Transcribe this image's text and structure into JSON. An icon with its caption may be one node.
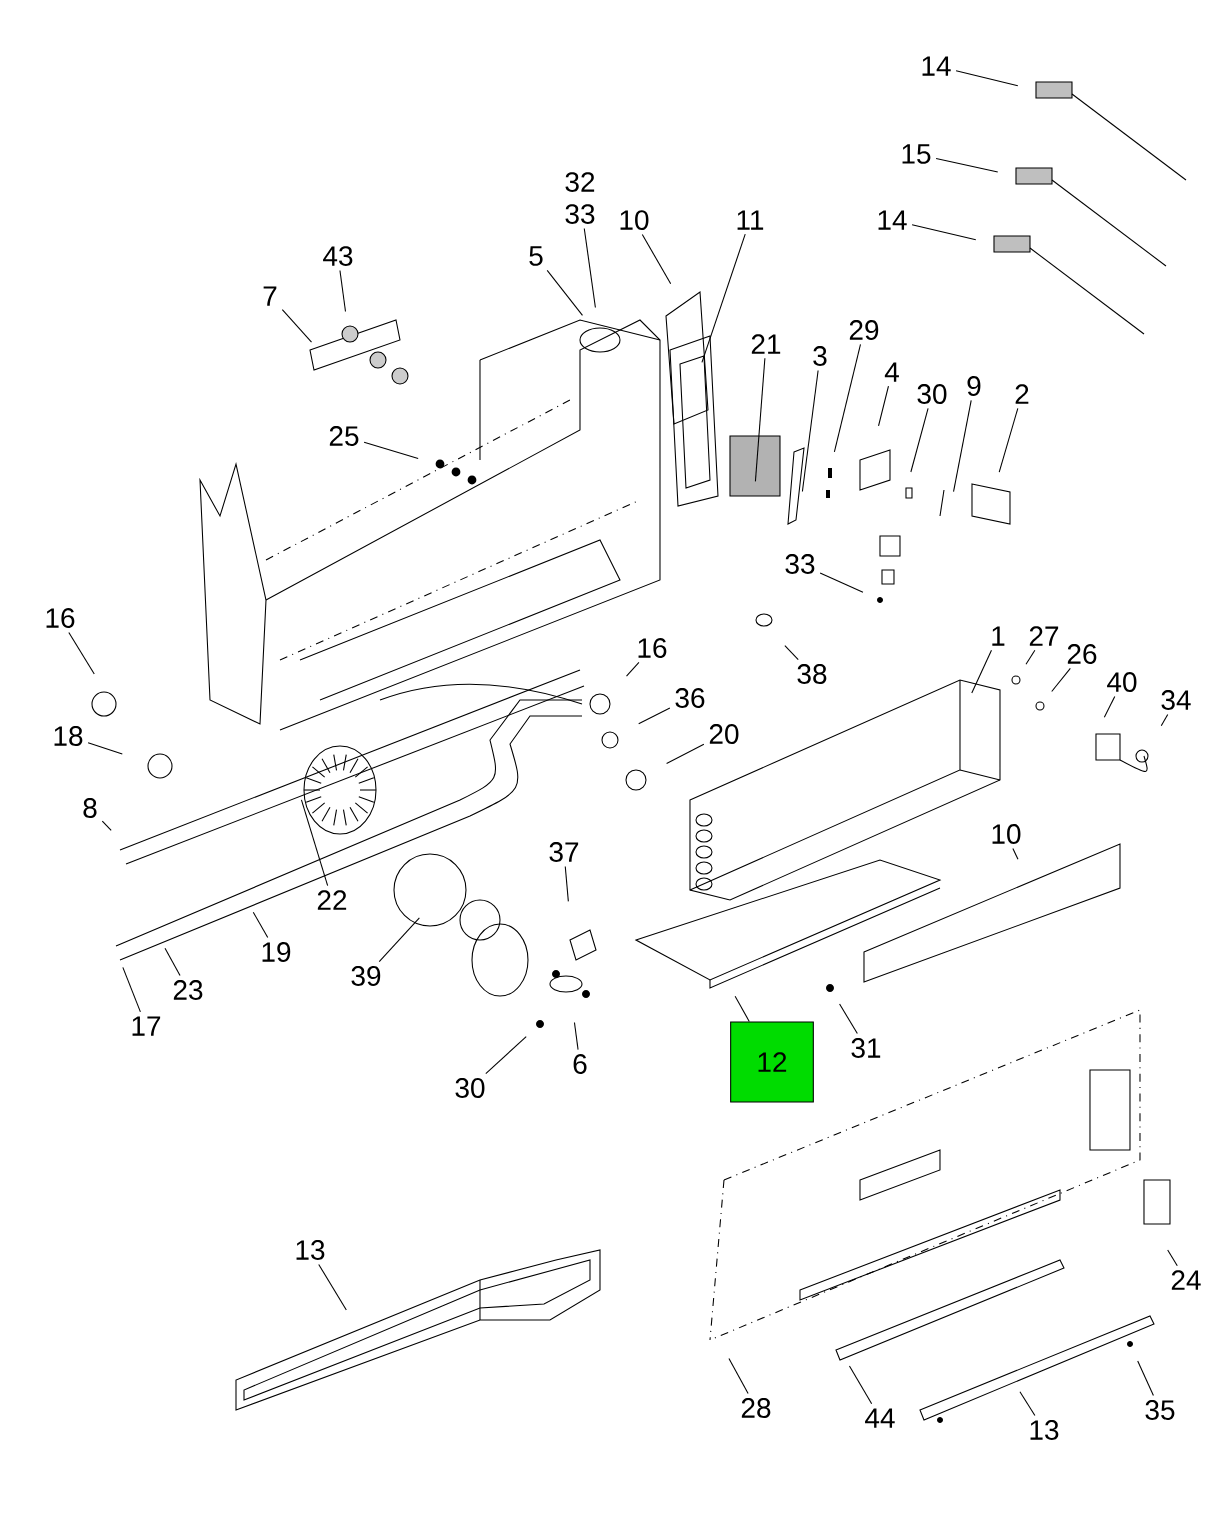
{
  "diagram": {
    "nodes": [
      {
        "text": [
          "14"
        ]
      },
      {
        "text": [
          "15"
        ]
      },
      {
        "text": [
          "14"
        ]
      },
      {
        "text": [
          "10"
        ]
      },
      {
        "text": [
          "11"
        ]
      },
      {
        "text": [
          "32",
          "33"
        ]
      },
      {
        "text": [
          "5"
        ]
      },
      {
        "text": [
          "43"
        ]
      },
      {
        "text": [
          "7"
        ]
      },
      {
        "text": [
          "25"
        ]
      },
      {
        "text": [
          "21"
        ]
      },
      {
        "text": [
          "3"
        ]
      },
      {
        "text": [
          "29"
        ]
      },
      {
        "text": [
          "4"
        ]
      },
      {
        "text": [
          "30"
        ]
      },
      {
        "text": [
          "9"
        ]
      },
      {
        "text": [
          "2"
        ]
      },
      {
        "text": [
          "33"
        ]
      },
      {
        "text": [
          "38"
        ]
      },
      {
        "text": [
          "16"
        ]
      },
      {
        "text": [
          "18"
        ]
      },
      {
        "text": [
          "16"
        ]
      },
      {
        "text": [
          "36"
        ]
      },
      {
        "text": [
          "20"
        ]
      },
      {
        "text": [
          "1"
        ]
      },
      {
        "text": [
          "27"
        ]
      },
      {
        "text": [
          "26"
        ]
      },
      {
        "text": [
          "40"
        ]
      },
      {
        "text": [
          "34"
        ]
      },
      {
        "text": [
          "8"
        ]
      },
      {
        "text": [
          "22"
        ]
      },
      {
        "text": [
          "19"
        ]
      },
      {
        "text": [
          "23"
        ]
      },
      {
        "text": [
          "17"
        ]
      },
      {
        "text": [
          "39"
        ]
      },
      {
        "text": [
          "37"
        ]
      },
      {
        "text": [
          "6"
        ]
      },
      {
        "text": [
          "30"
        ]
      },
      {
        "text": [
          "10"
        ]
      },
      {
        "text": [
          "12"
        ]
      },
      {
        "text": [
          "31"
        ]
      },
      {
        "text": [
          "13"
        ]
      },
      {
        "text": [
          "24"
        ]
      },
      {
        "text": [
          "28"
        ]
      },
      {
        "text": [
          "44"
        ]
      },
      {
        "text": [
          "13"
        ]
      },
      {
        "text": [
          "35"
        ]
      }
    ],
    "edges": [
      {
        "from": 0,
        "to": null,
        "arrow": "none"
      },
      {
        "from": 1,
        "to": null,
        "arrow": "none"
      },
      {
        "from": 2,
        "to": null,
        "arrow": "none"
      },
      {
        "from": 3,
        "to": null,
        "arrow": "none"
      },
      {
        "from": 4,
        "to": null,
        "arrow": "none"
      },
      {
        "from": 5,
        "to": null,
        "arrow": "none"
      },
      {
        "from": 6,
        "to": null,
        "arrow": "none"
      },
      {
        "from": 7,
        "to": null,
        "arrow": "none"
      },
      {
        "from": 8,
        "to": null,
        "arrow": "none"
      },
      {
        "from": 9,
        "to": null,
        "arrow": "none"
      },
      {
        "from": 10,
        "to": null,
        "arrow": "none"
      },
      {
        "from": 11,
        "to": null,
        "arrow": "none"
      },
      {
        "from": 12,
        "to": null,
        "arrow": "none"
      },
      {
        "from": 13,
        "to": null,
        "arrow": "none"
      },
      {
        "from": 14,
        "to": null,
        "arrow": "none"
      },
      {
        "from": 15,
        "to": null,
        "arrow": "none"
      },
      {
        "from": 16,
        "to": null,
        "arrow": "none"
      },
      {
        "from": 17,
        "to": null,
        "arrow": "none"
      },
      {
        "from": 18,
        "to": null,
        "arrow": "none"
      },
      {
        "from": 19,
        "to": null,
        "arrow": "none"
      },
      {
        "from": 20,
        "to": null,
        "arrow": "none"
      },
      {
        "from": 21,
        "to": null,
        "arrow": "none"
      },
      {
        "from": 22,
        "to": null,
        "arrow": "none"
      },
      {
        "from": 23,
        "to": null,
        "arrow": "none"
      },
      {
        "from": 24,
        "to": null,
        "arrow": "none"
      },
      {
        "from": 25,
        "to": null,
        "arrow": "none"
      },
      {
        "from": 26,
        "to": null,
        "arrow": "none"
      },
      {
        "from": 27,
        "to": null,
        "arrow": "none"
      },
      {
        "from": 28,
        "to": null,
        "arrow": "none"
      },
      {
        "from": 29,
        "to": null,
        "arrow": "none"
      },
      {
        "from": 30,
        "to": null,
        "arrow": "none"
      },
      {
        "from": 31,
        "to": null,
        "arrow": "none"
      },
      {
        "from": 32,
        "to": null,
        "arrow": "none"
      },
      {
        "from": 33,
        "to": null,
        "arrow": "none"
      },
      {
        "from": 34,
        "to": null,
        "arrow": "none"
      },
      {
        "from": 35,
        "to": null,
        "arrow": "none"
      },
      {
        "from": 36,
        "to": null,
        "arrow": "none"
      },
      {
        "from": 37,
        "to": null,
        "arrow": "none"
      },
      {
        "from": 38,
        "to": null,
        "arrow": "none"
      },
      {
        "from": 39,
        "to": null,
        "arrow": "none"
      },
      {
        "from": 40,
        "to": null,
        "arrow": "none"
      },
      {
        "from": 41,
        "to": null,
        "arrow": "none"
      },
      {
        "from": 42,
        "to": null,
        "arrow": "none"
      },
      {
        "from": 43,
        "to": null,
        "arrow": "none"
      },
      {
        "from": 44,
        "to": null,
        "arrow": "none"
      },
      {
        "from": 45,
        "to": null,
        "arrow": "none"
      },
      {
        "from": 46,
        "to": null,
        "arrow": "none"
      }
    ]
  }
}
